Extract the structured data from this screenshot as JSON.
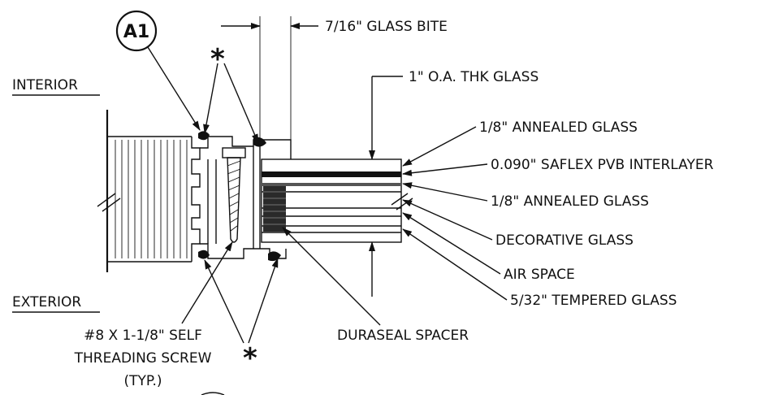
{
  "detail_bubble": "A1",
  "side_labels": {
    "interior": "INTERIOR",
    "exterior": "EXTERIOR"
  },
  "dimensions": {
    "glass_bite": "7/16\" GLASS BITE",
    "overall_thickness": "1\" O.A. THK GLASS"
  },
  "glass_layers": [
    "1/8\" ANNEALED GLASS",
    "0.090\" SAFLEX PVB INTERLAYER",
    "1/8\" ANNEALED GLASS",
    "DECORATIVE GLASS",
    "AIR SPACE",
    "5/32\" TEMPERED GLASS"
  ],
  "spacer_label": "DURASEAL SPACER",
  "screw_label": {
    "line1": "#8 X 1-1/8\" SELF",
    "line2": "THREADING SCREW",
    "line3": "(TYP.)"
  },
  "asterisk": "*"
}
